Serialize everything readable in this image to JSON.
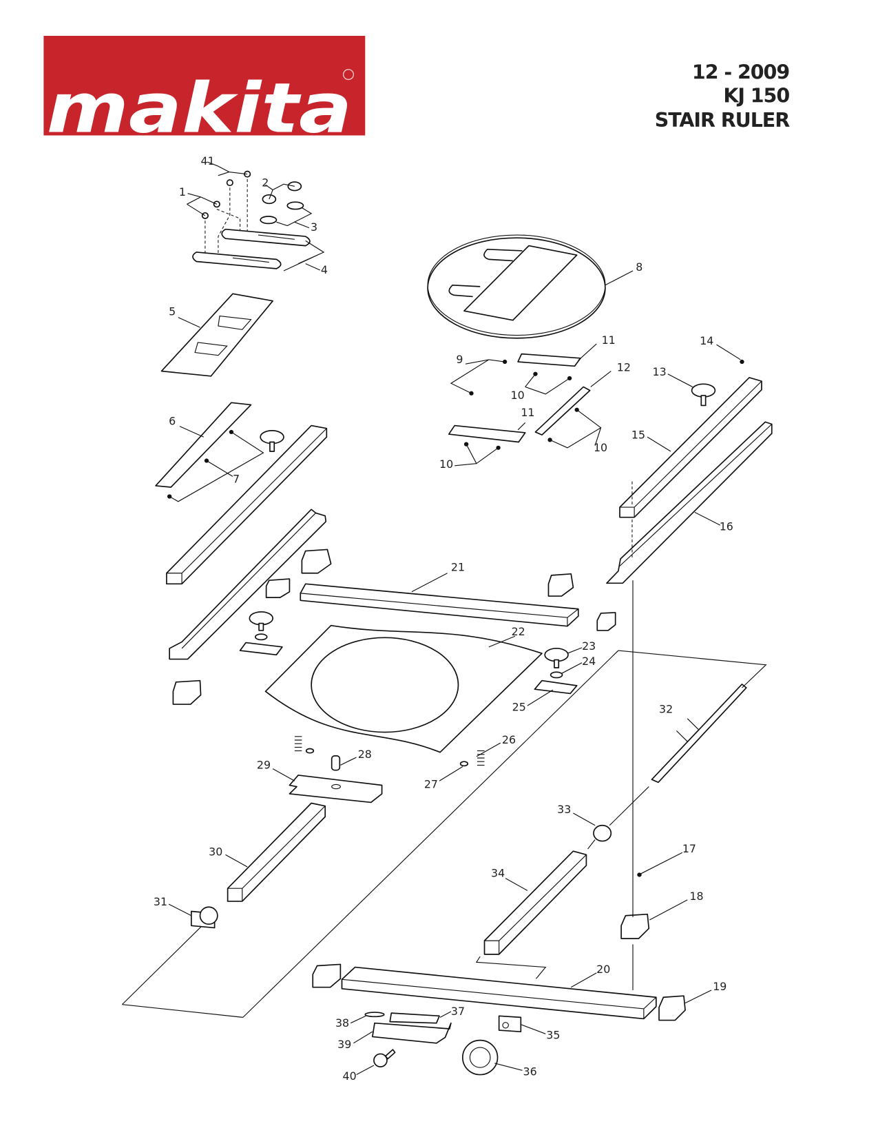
{
  "header": {
    "brand": "makita",
    "brand_color": "#c8242b",
    "date": "12 - 2009",
    "model": "KJ 150",
    "product": "STAIR RULER"
  },
  "callouts": [
    "41",
    "2",
    "1",
    "3",
    "4",
    "8",
    "5",
    "11",
    "14",
    "9",
    "12",
    "13",
    "10",
    "11",
    "6",
    "15",
    "10",
    "7",
    "10",
    "16",
    "21",
    "22",
    "23",
    "24",
    "25",
    "32",
    "26",
    "28",
    "29",
    "27",
    "33",
    "17",
    "30",
    "34",
    "18",
    "31",
    "20",
    "19",
    "37",
    "38",
    "35",
    "39",
    "36",
    "40"
  ]
}
